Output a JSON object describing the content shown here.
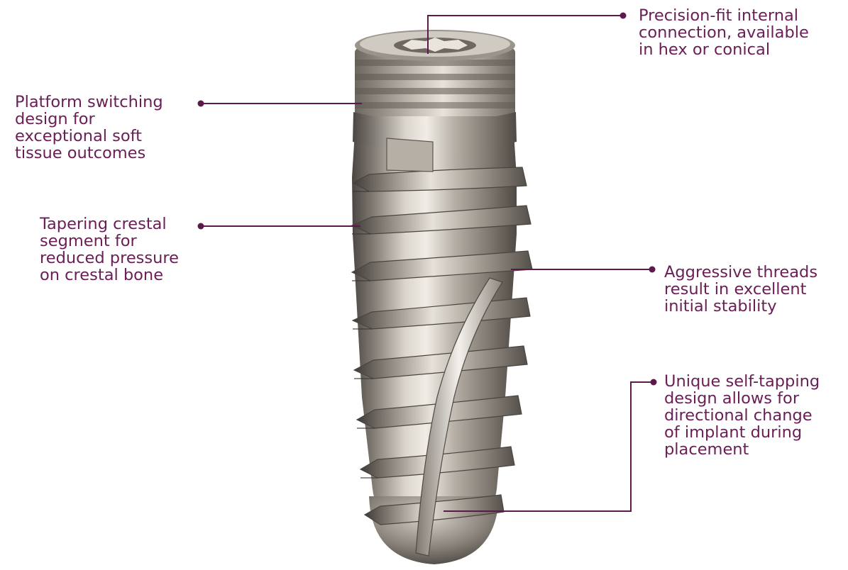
{
  "colors": {
    "callout_text": "#6a1e55",
    "leader_line": "#5c1a4a",
    "implant_metal": "#a8a29a",
    "background": "#ffffff"
  },
  "callouts": {
    "platform": {
      "lines": [
        "Platform switching",
        "design for",
        "exceptional soft",
        "tissue outcomes"
      ]
    },
    "tapering": {
      "lines": [
        "Tapering crestal",
        "segment for",
        "reduced pressure",
        "on crestal bone"
      ]
    },
    "connection": {
      "lines": [
        "Precision-fit internal",
        "connection, available",
        "in hex or conical"
      ]
    },
    "threads": {
      "lines": [
        "Aggressive threads",
        "result in excellent",
        "initial stability"
      ]
    },
    "selftap": {
      "lines": [
        "Unique self-tapping",
        "design allows for",
        "directional change",
        "of implant during",
        "placement"
      ]
    }
  },
  "illustration": {
    "subject": "dental-implant",
    "thread_turns": 8
  }
}
